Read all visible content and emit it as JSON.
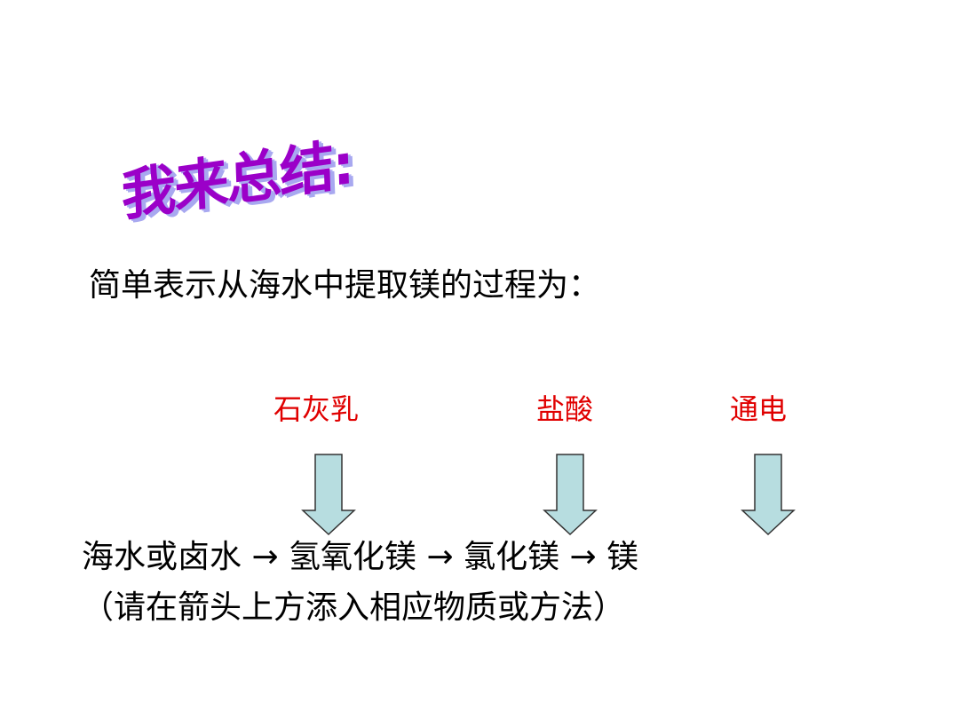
{
  "title": "我来总结:",
  "intro": "简单表示从海水中提取镁的过程为：",
  "reagents": [
    "石灰乳",
    "盐酸",
    "通电"
  ],
  "flow": "海水或卤水 → 氢氧化镁 → 氯化镁 → 镁",
  "note": "（请在箭头上方添入相应物质或方法）",
  "colors": {
    "reagent": "#e00000",
    "arrow_fill": "#b7dde0",
    "title": "#9b00c8"
  }
}
